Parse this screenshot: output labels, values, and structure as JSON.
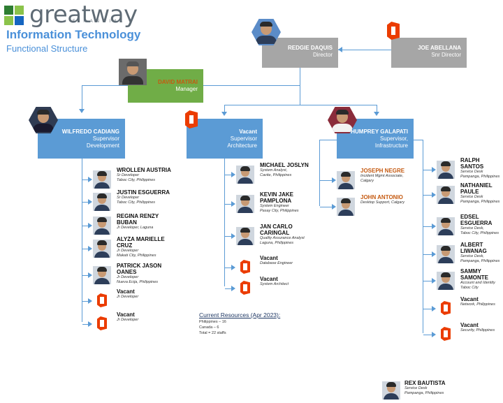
{
  "brand": {
    "logo_text": "greatway",
    "logo_sub": "FINANCIAL",
    "colors": {
      "blue": "#5b9bd5",
      "green": "#70ad47",
      "grey": "#a6a6a6",
      "office": "#eb3c00"
    }
  },
  "header": {
    "title": "Information Technology",
    "subtitle": "Functional Structure"
  },
  "boxes": {
    "joe": {
      "name": "JOE ABELLANA",
      "role": "Snr Director"
    },
    "redgie": {
      "name": "REDGIE DAQUIS",
      "role": "Director"
    },
    "david": {
      "name": "DAVID MATRAI",
      "role": "Manager"
    },
    "wilfredo": {
      "name": "WILFREDO CADIANG",
      "role1": "Supervisor",
      "role2": "Development"
    },
    "vacant": {
      "name": "Vacant",
      "role1": "Supervisor",
      "role2": "Architecture"
    },
    "humprey": {
      "name": "HUMPREY GALAPATI",
      "role1": "Supervisor,",
      "role2": "Infrastructure"
    }
  },
  "development": [
    {
      "name": "WROLLEN AUSTRIA",
      "line1": "Sr Developer",
      "line2": "Taboc City, Philippines"
    },
    {
      "name": "JUSTIN ESGUERRA",
      "line1": "Sr Developer",
      "line2": "Taboc City, Philippines"
    },
    {
      "name": "REGINA RENZY BUBAN",
      "line1": "Jr Developer, Laguna",
      "line2": ""
    },
    {
      "name": "ALYZA MARIELLE CRUZ",
      "line1": "Jr Developer",
      "line2": "Makati City, Philippines"
    },
    {
      "name": "PATRICK JASON OANES",
      "line1": "Jr Developer",
      "line2": "Nueva Ecija, Philippines"
    },
    {
      "name": "Vacant",
      "line1": "Jr Developer",
      "line2": ""
    },
    {
      "name": "Vacant",
      "line1": "Jr Developer",
      "line2": ""
    }
  ],
  "architecture": [
    {
      "name": "MICHAEL JOSLYN",
      "line1": "System Analyst,",
      "line2": "Cavite, Philippines"
    },
    {
      "name": "KEVIN JAKE PAMPLONA",
      "line1": "System Engineer",
      "line2": "Pasay City, Philippines"
    },
    {
      "name": "JAN CARLO CARINGAL",
      "line1": "Quality Assurance Analyst",
      "line2": "Laguna, Philippines"
    },
    {
      "name": "Vacant",
      "line1": "Database Engineer",
      "line2": ""
    },
    {
      "name": "Vacant",
      "line1": "System Architect",
      "line2": ""
    }
  ],
  "infra_left": [
    {
      "name": "JOSEPH NEGRE",
      "line1": "Incident Mgmt Associate,",
      "line2": "Calgary"
    },
    {
      "name": "JOHN ANTONIO",
      "line1": "Desktop Support, Calgary",
      "line2": ""
    }
  ],
  "infra_right": [
    {
      "name": "RALPH SANTOS",
      "line1": "Service Desk",
      "line2": "Pampanga, Philippines"
    },
    {
      "name": "NATHANIEL PAULE",
      "line1": "Service Desk",
      "line2": "Pampanga, Philippines"
    },
    {
      "name": "EDSEL ESGUERRA",
      "line1": "Service Desk,",
      "line2": "Taboc City, Philippines"
    },
    {
      "name": "ALBERT LIWANAG",
      "line1": "Service Desk,",
      "line2": "Pampanga, Philippines"
    },
    {
      "name": "SAMMY SAMONTE",
      "line1": "Account and Identity",
      "line2": "Taboc City"
    },
    {
      "name": "Vacant",
      "line1": "Network, Philippines",
      "line2": ""
    },
    {
      "name": "Vacant",
      "line1": "Security, Philippines",
      "line2": ""
    }
  ],
  "rex": {
    "name": "REX BAUTISTA",
    "line1": "Service Desk",
    "line2": "Pampanga, Philippines"
  },
  "resources": {
    "heading": "Current Resources (Apr 2023):",
    "l1": "Philippines – 16",
    "l2": "Canada – 6",
    "l3": "Total = 22 staffs"
  }
}
